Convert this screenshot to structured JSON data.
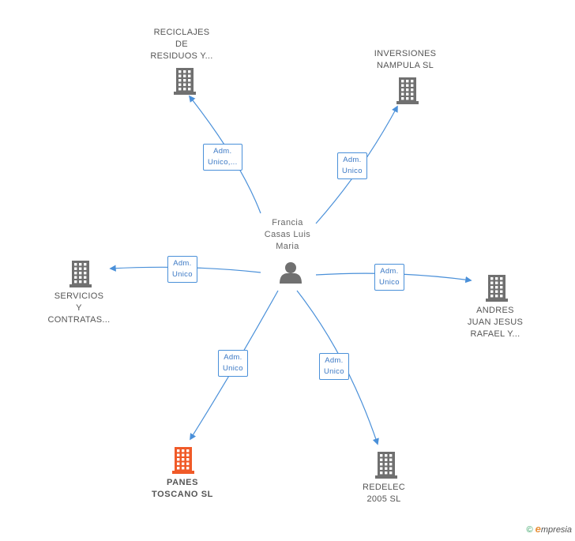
{
  "center": {
    "name_lines": [
      "Francia",
      "Casas Luis",
      "Maria"
    ],
    "icon": "person-icon"
  },
  "companies": [
    {
      "id": "reciclajes",
      "name_lines": [
        "RECICLAJES",
        "DE",
        "RESIDUOS Y..."
      ],
      "role_lines": [
        "Adm.",
        "Unico,..."
      ],
      "highlight": false
    },
    {
      "id": "inversiones",
      "name_lines": [
        "INVERSIONES",
        "NAMPULA SL"
      ],
      "role_lines": [
        "Adm.",
        "Unico"
      ],
      "highlight": false
    },
    {
      "id": "servicios",
      "name_lines": [
        "SERVICIOS",
        "Y",
        "CONTRATAS..."
      ],
      "role_lines": [
        "Adm.",
        "Unico"
      ],
      "highlight": false
    },
    {
      "id": "andres",
      "name_lines": [
        "ANDRES",
        "JUAN JESUS",
        "RAFAEL Y..."
      ],
      "role_lines": [
        "Adm.",
        "Unico"
      ],
      "highlight": false
    },
    {
      "id": "panes",
      "name_lines": [
        "PANES",
        "TOSCANO SL"
      ],
      "role_lines": [
        "Adm.",
        "Unico"
      ],
      "highlight": true
    },
    {
      "id": "redelec",
      "name_lines": [
        "REDELEC",
        "2005 SL"
      ],
      "role_lines": [
        "Adm.",
        "Unico"
      ],
      "highlight": false
    }
  ],
  "colors": {
    "edge": "#4a90d9",
    "building": "#707070",
    "building_highlight": "#f05a28",
    "person": "#707070"
  },
  "footer": {
    "copyright": "©",
    "brand_initial": "e",
    "brand_rest": "mpresia"
  }
}
